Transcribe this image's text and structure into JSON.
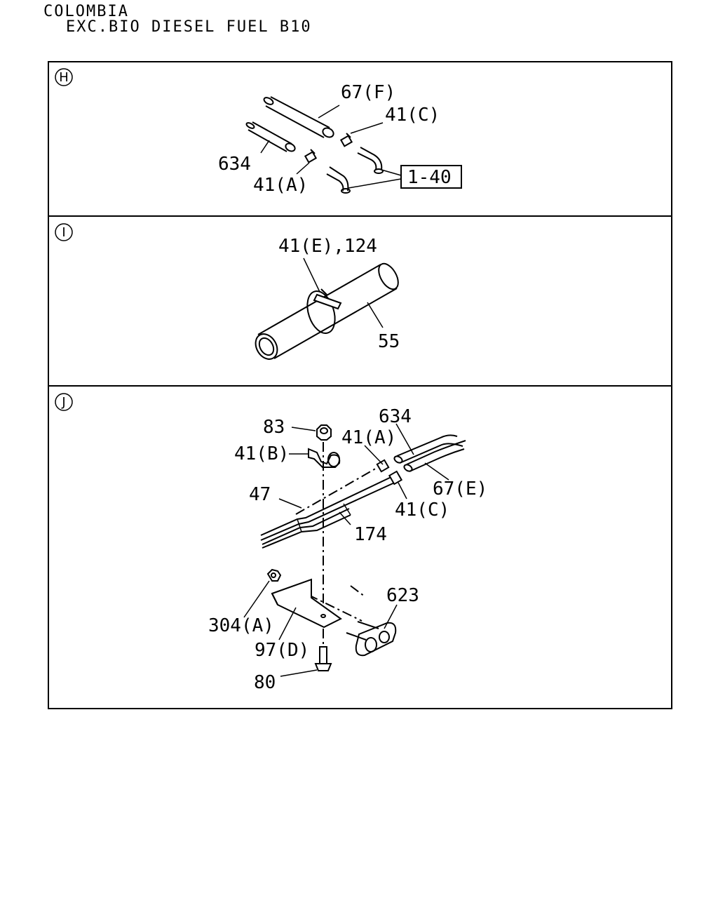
{
  "header": {
    "line1": "COLOMBIA",
    "line2": "EXC.BIO DIESEL FUEL B10"
  },
  "panels": [
    {
      "marker": "H",
      "callouts": [
        "67(F)",
        "41(C)",
        "634",
        "41(A)",
        "1-40"
      ]
    },
    {
      "marker": "I",
      "callouts": [
        "41(E),124",
        "55"
      ]
    },
    {
      "marker": "J",
      "callouts": [
        "83",
        "41(B)",
        "634",
        "41(A)",
        "67(E)",
        "47",
        "41(C)",
        "174",
        "623",
        "304(A)",
        "97(D)",
        "80"
      ]
    }
  ]
}
